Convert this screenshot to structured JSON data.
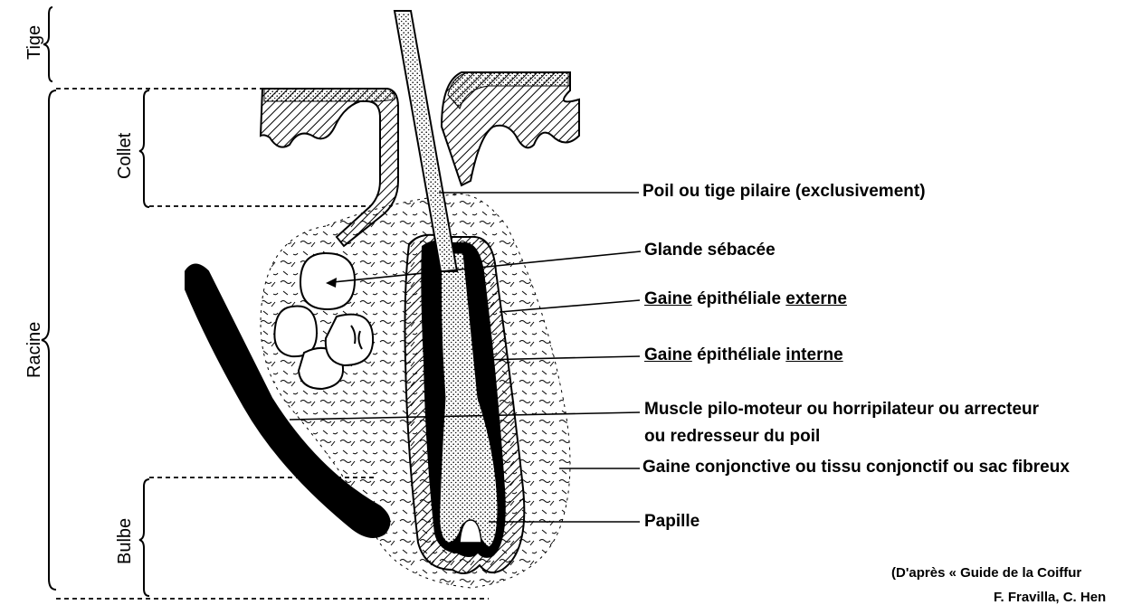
{
  "side_labels": {
    "tige": "Tige",
    "racine": "Racine",
    "collet": "Collet",
    "bulbe": "Bulbe"
  },
  "labels": {
    "poil": "Poil ou tige pilaire (exclusivement)",
    "glande": "Glande sébacée",
    "gaine_ext": {
      "a": "Gaine",
      "b": " épithéliale ",
      "c": "externe"
    },
    "gaine_int": {
      "a": "Gaine",
      "b": " épithéliale ",
      "c": "interne"
    },
    "muscle_1": "Muscle pilo-moteur ou horripilateur ou arrecteur",
    "muscle_2": "ou redresseur du poil",
    "conjonctive": "Gaine conjonctive ou tissu conjonctif ou sac fibreux",
    "papille": "Papille"
  },
  "credit": {
    "line1": "(D'après « Guide de la Coiffur",
    "line2": "F. Fravilla, C. Hen"
  },
  "colors": {
    "ink": "#000000",
    "paper": "#ffffff"
  }
}
